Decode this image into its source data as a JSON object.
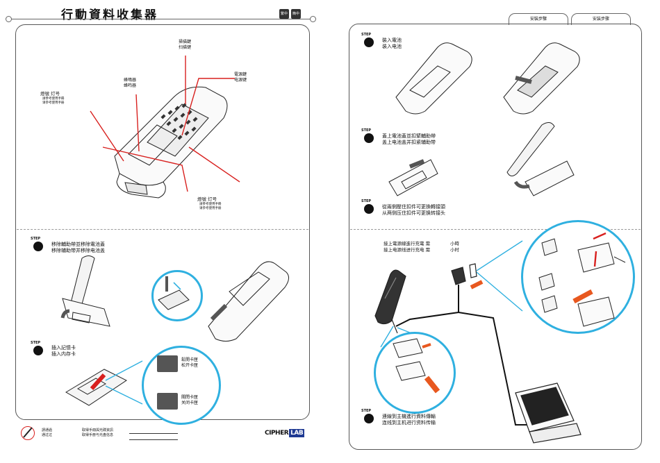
{
  "left_page": {
    "title": "行動資料收集器",
    "lang_badges": [
      "繁中",
      "簡中"
    ],
    "labels": {
      "scan_key": [
        "掃描鍵",
        "扫描键"
      ],
      "buzzer": [
        "蜂鳴器",
        "蜂鸣器"
      ],
      "power_key": [
        "電源鍵",
        "电源键"
      ],
      "led_top": {
        "title": "燈號  灯号",
        "lines": [
          "請參考使用手冊",
          "请参考使用手册"
        ]
      },
      "led_bottom": {
        "title": "燈號  灯号",
        "lines": [
          "請參考使用手冊",
          "请参考使用手册"
        ]
      }
    },
    "step1": {
      "badge": "STEP",
      "lines": [
        "移除輔助帶並移除電池蓋",
        "移除辅助带并移除电池盖"
      ]
    },
    "step2": {
      "badge": "STEP",
      "lines": [
        "插入記憶卡",
        "插入内存卡"
      ]
    },
    "card_open": [
      "鬆開卡匣",
      "松开卡匣"
    ],
    "card_close": [
      "關閉卡匣",
      "关闭卡匣"
    ],
    "footer": {
      "note": [
        "請通過",
        "通过过"
      ],
      "info": [
        "取得手冊與光碟資訊",
        "取得手册与光盘信息"
      ],
      "logo_text": "CIPHER",
      "logo_box": "LAB"
    }
  },
  "right_page": {
    "tabs": [
      "安裝步驟",
      "安装步骤"
    ],
    "step1": {
      "badge": "STEP",
      "lines": [
        "裝入電池",
        "装入电池"
      ]
    },
    "step2": {
      "badge": "STEP",
      "lines": [
        "蓋上電池蓋並扣緊輔助帶",
        "盖上电池盖并扣紧辅助带"
      ]
    },
    "step3": {
      "badge": "STEP",
      "lines": [
        "從兩側壓住扣件可更換轉接頭",
        "从两侧压住扣件可更换转接头"
      ]
    },
    "charge": {
      "lines": [
        "接上電源線進行充電 需",
        "接上电源线进行充电 需"
      ],
      "unit": [
        "小時",
        "小时"
      ]
    },
    "step4": {
      "badge": "STEP",
      "lines": [
        "連線到主機進行資料傳輸",
        "连线到主机进行资料传输"
      ]
    }
  },
  "colors": {
    "accent_red": "#d8201e",
    "accent_blue": "#2fb0e0",
    "border": "#555555"
  }
}
